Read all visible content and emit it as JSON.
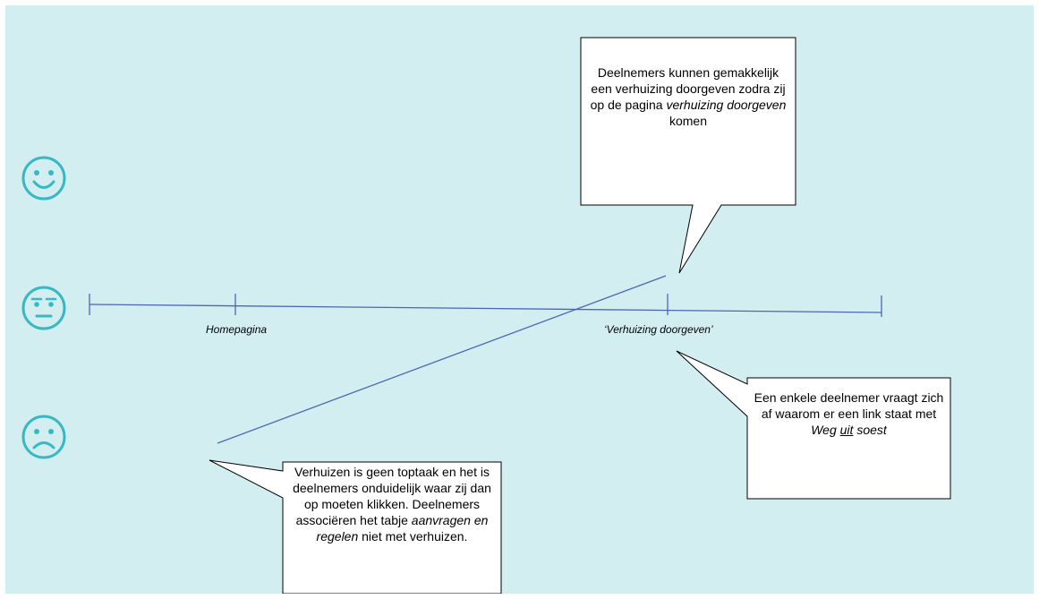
{
  "moods": [
    "smiley-happy-icon",
    "smiley-neutral-icon",
    "smiley-sad-icon"
  ],
  "steps": {
    "homepage": "Homepagina",
    "moving": "‘Verhuizing doorgeven’"
  },
  "callouts": {
    "top": {
      "line1": "Deelnemers kunnen gemakkelijk een verhuizing doorgeven zodra zij op de pagina",
      "emphasis": "verhuizing doorgeven",
      "line2": "komen"
    },
    "right": {
      "text": "Een enkele deelnemer vraagt zich af waarom er een link staat met",
      "emph_a": "Weg",
      "emph_b": "uit",
      "emph_c": "soest"
    },
    "bottom": {
      "text": "Verhuizen is geen toptaak en het is deelnemers onduidelijk waar zij dan op moeten klikken. Deelnemers associëren het tabje",
      "emphasis": "aanvragen en regelen",
      "tail": "niet met verhuizen."
    }
  },
  "colors": {
    "background": "#d2eef0",
    "timeline": "#4a67b8",
    "smiley": "#38b8c4"
  }
}
